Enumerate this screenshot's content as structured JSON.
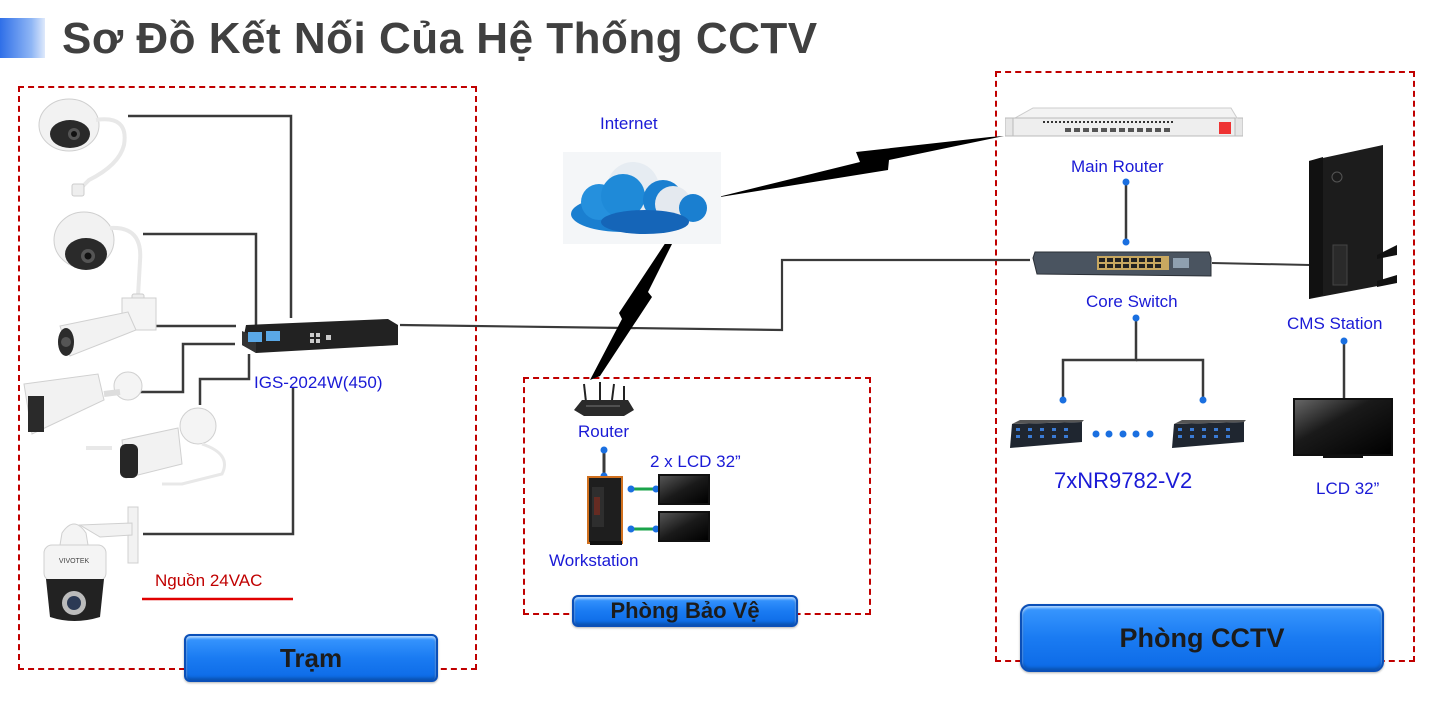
{
  "title": "Sơ Đồ Kết Nối Của Hệ Thống CCTV",
  "zones": {
    "tram": {
      "label": "Trạm"
    },
    "phong_bao_ve": {
      "label": "Phòng Bảo Vệ"
    },
    "phong_cctv": {
      "label": "Phòng CCTV"
    }
  },
  "tram": {
    "switch_label": "IGS-2024W(450)",
    "power_label": "Nguồn 24VAC",
    "cameras": [
      {
        "type": "dome-camera"
      },
      {
        "type": "dome-camera"
      },
      {
        "type": "bullet-camera"
      },
      {
        "type": "bullet-camera"
      },
      {
        "type": "bullet-camera"
      },
      {
        "type": "ptz-camera",
        "brand": "VIVOTEK"
      }
    ]
  },
  "internet": {
    "label": "Internet"
  },
  "phong_bao_ve": {
    "router_label": "Router",
    "lcd_label": "2 x LCD 32”",
    "workstation_label": "Workstation"
  },
  "phong_cctv": {
    "main_router_label": "Main Router",
    "core_switch_label": "Core Switch",
    "cms_station_label": "CMS Station",
    "nvr_label": "7xNR9782-V2",
    "lcd_label": "LCD 32”"
  },
  "colors": {
    "zone_border": "#c00000",
    "label_text": "#1a1ad6",
    "power_text": "#c00000",
    "button_fill": "#1a7bf2",
    "connector_dot": "#1a6fe0",
    "monitor_link": "#1aa34a",
    "title_text": "#404040"
  }
}
